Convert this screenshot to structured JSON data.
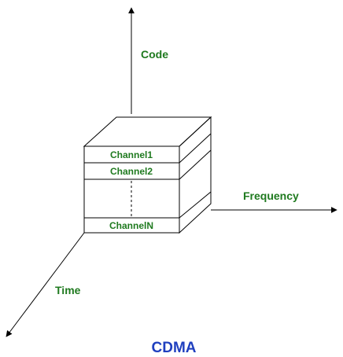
{
  "title": "CDMA",
  "axes": {
    "code": "Code",
    "frequency": "Frequency",
    "time": "Time"
  },
  "channels": {
    "first": "Channel1",
    "second": "Channel2",
    "last": "ChannelN"
  },
  "colors": {
    "axis_label": "#1f7a1f",
    "title": "#1f3fbf",
    "lines": "#000000"
  }
}
